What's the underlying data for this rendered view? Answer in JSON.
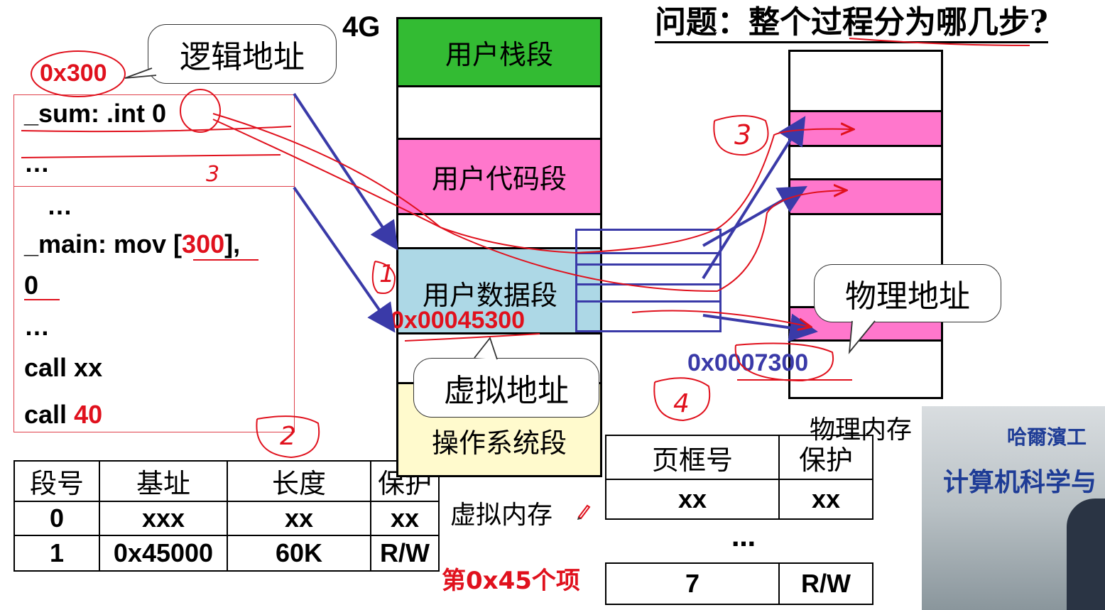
{
  "header": {
    "question": "问题：整个过程分为哪几步?"
  },
  "labels": {
    "four_g": "4G",
    "logical_addr_value": "0x300",
    "logical_addr_label": "逻辑地址",
    "virtual_addr_value": "0x00045300",
    "virtual_addr_label": "虚拟地址",
    "physical_addr_label": "物理地址",
    "physical_addr_value": "0x0007300",
    "virtual_memory": "虚拟内存",
    "physical_memory": "物理内存",
    "entry_note": "第0x45个项"
  },
  "code": {
    "sum_decl": "_sum:  .int ",
    "sum_value": "0",
    "ellipsis1": "…",
    "ellipsis2": "…",
    "main_prefix": "_main: mov [",
    "main_addr": "300",
    "main_suffix": "],",
    "main_zero": "0",
    "ellipsis3": "…",
    "call1": "call xx",
    "call2_prefix": "call ",
    "call2_value": "40"
  },
  "virtual_segments": [
    "用户栈段",
    "",
    "用户代码段",
    "",
    "用户数据段",
    "",
    "操作系统段"
  ],
  "segment_table": {
    "headers": [
      "段号",
      "基址",
      "长度",
      "保护"
    ],
    "rows": [
      [
        "0",
        "xxx",
        "xx",
        "xx"
      ],
      [
        "1",
        "0x45000",
        "60K",
        "R/W"
      ]
    ]
  },
  "page_table": {
    "headers": [
      "页框号",
      "保护"
    ],
    "row1": [
      "xx",
      "xx"
    ],
    "ellipsis": "…",
    "row2": [
      "7",
      "R/W"
    ]
  },
  "annotations": {
    "step1": "1",
    "step2": "2",
    "step3": "3",
    "step4": "4",
    "side3": "3"
  },
  "webcam": {
    "sign_line1": "哈爾濱工",
    "sign_line2": "计算机科学与"
  },
  "colors": {
    "red": "#e0111d",
    "blue": "#3a3aa8",
    "green": "#33bb33",
    "pink": "#ff77cc",
    "lightblue": "#add8e6",
    "cream": "#fffacd"
  }
}
